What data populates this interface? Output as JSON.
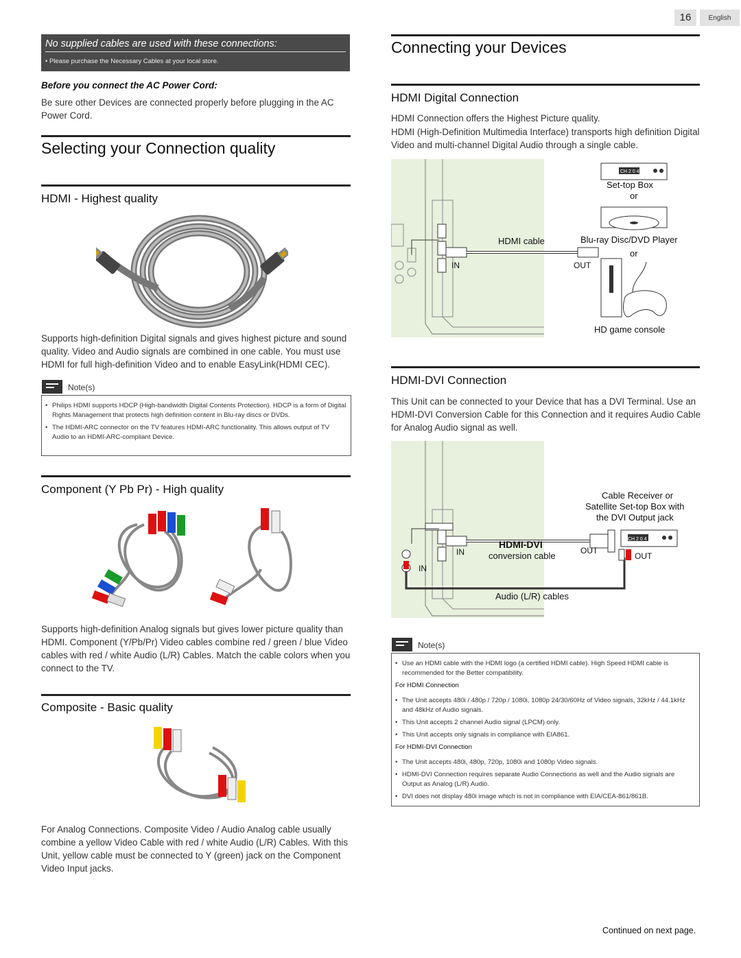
{
  "page": {
    "number": "16",
    "language": "English",
    "footer": "Continued on next page."
  },
  "left": {
    "notice": {
      "title": "No supplied cables are used with these connections:",
      "bullet": "Please purchase the Necessary Cables at your local store."
    },
    "before_heading": "Before you connect the AC Power Cord:",
    "before_text": "Be sure other Devices are connected properly before plugging in the AC Power Cord.",
    "section_title": "Selecting your Connection quality",
    "hdmi": {
      "title": "HDMI - Highest quality",
      "text": "Supports high-definition Digital signals and gives highest picture and sound quality. Video and Audio signals are combined in one cable. You must use HDMI for full high-definition Video and to enable EasyLink(HDMI CEC)."
    },
    "notes_label": "Note(s)",
    "notes": [
      "Philips HDMI supports HDCP (High-bandwidth Digital Contents Protection). HDCP is a form of Digital Rights Management that protects high definition content in Blu-ray discs or DVDs.",
      "The HDMI-ARC connector on the TV features HDMI-ARC functionality. This allows output of TV Audio to an HDMI-ARC-compliant Device."
    ],
    "component": {
      "title": "Component (Y Pb Pr) - High quality",
      "text": "Supports high-definition Analog signals but gives lower picture quality than HDMI. Component (Y/Pb/Pr) Video cables combine red / green / blue Video cables with red / white Audio (L/R) Cables. Match the cable colors when you connect to the TV."
    },
    "composite": {
      "title": "Composite - Basic quality",
      "text": "For Analog Connections. Composite Video / Audio Analog cable usually combine a yellow Video Cable with red / white Audio (L/R) Cables. With this Unit, yellow cable must be connected to Y (green) jack on the Component Video Input jacks."
    }
  },
  "right": {
    "title": "Connecting your Devices",
    "hdmi_conn": {
      "title": "HDMI Digital Connection",
      "text1": "HDMI Connection offers the Highest Picture quality.",
      "text2": "HDMI (High-Definition Multimedia Interface) transports high definition Digital Video and multi-channel Digital Audio through a single cable.",
      "diagram": {
        "settop": "Set-top Box",
        "or1": "or",
        "bluray": "Blu-ray Disc/DVD Player",
        "or2": "or",
        "cable": "HDMI cable",
        "in": "IN",
        "out": "OUT",
        "game": "HD game console",
        "display": "CH 2 0 4"
      }
    },
    "dvi_conn": {
      "title": "HDMI-DVI Connection",
      "text": "This Unit can be connected to your Device that has a DVI Terminal. Use an HDMI-DVI Conversion Cable for this Connection and it requires Audio Cable for Analog Audio signal as well.",
      "diagram": {
        "receiver_l1": "Cable Receiver or",
        "receiver_l2": "Satellite Set-top Box with",
        "receiver_l3": "the DVI Output jack",
        "cable_bold": "HDMI-DVI",
        "cable_sub": "conversion cable",
        "in1": "IN",
        "in2": "IN",
        "out1": "OUT",
        "out2": "OUT",
        "audio": "Audio (L/R) cables",
        "display": "CH 2 0 4"
      }
    },
    "notes_label": "Note(s)",
    "notes_top": "Use an HDMI cable with the HDMI logo (a certified HDMI cable). High Speed HDMI cable is recommended for the Better compatibility.",
    "for_hdmi": "For HDMI Connection",
    "notes_hdmi": [
      "The Unit accepts 480i / 480p / 720p / 1080i, 1080p 24/30/60Hz of Video signals, 32kHz / 44.1kHz and 48kHz of Audio signals.",
      "This Unit accepts 2 channel Audio signal (LPCM) only.",
      "This Unit accepts only signals in compliance with EIA861."
    ],
    "for_dvi": "For HDMI-DVI Connection",
    "notes_dvi": [
      "The Unit accepts 480i, 480p, 720p, 1080i and 1080p Video signals.",
      "HDMI-DVI Connection requires separate Audio Connections as well and the Audio signals are Output as Analog (L/R) Audio.",
      "DVI does not display 480i image which is not in compliance with EIA/CEA-861/861B."
    ]
  }
}
